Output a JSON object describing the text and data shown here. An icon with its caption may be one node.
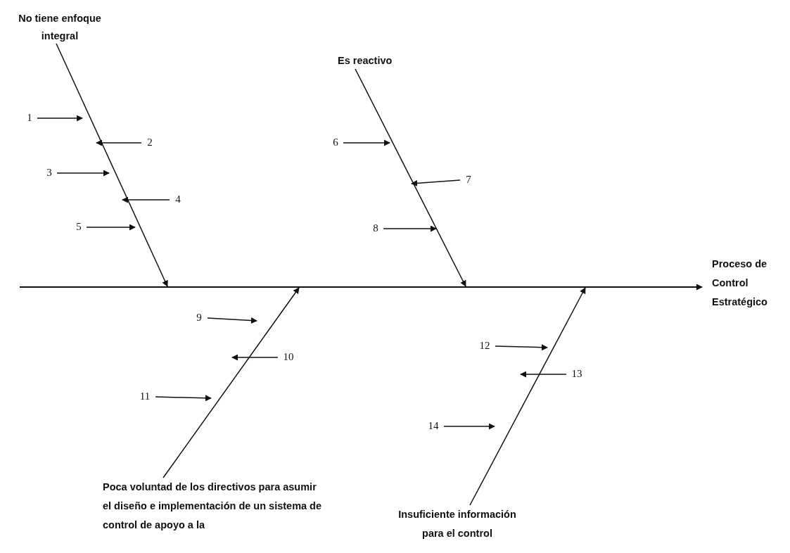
{
  "diagram": {
    "nodes": [
      {
        "text": [
          "No tiene enfoque integral"
        ]
      },
      {
        "text": [
          "Es reactivo"
        ]
      },
      {
        "text": [
          "Proceso de Control Estratégico"
        ]
      },
      {
        "text": [
          "Poca voluntad de los directivos para asumir el diseño e implementación de un sistema de control de apoyo a la"
        ]
      },
      {
        "text": [
          "Insuficiente información para el control"
        ]
      },
      {
        "text": [
          "1"
        ]
      },
      {
        "text": [
          "2"
        ]
      },
      {
        "text": [
          "3"
        ]
      },
      {
        "text": [
          "4"
        ]
      },
      {
        "text": [
          "5"
        ]
      },
      {
        "text": [
          "6"
        ]
      },
      {
        "text": [
          "7"
        ]
      },
      {
        "text": [
          "8"
        ]
      },
      {
        "text": [
          "9"
        ]
      },
      {
        "text": [
          "10"
        ]
      },
      {
        "text": [
          "11"
        ]
      },
      {
        "text": [
          "12"
        ]
      },
      {
        "text": [
          "13"
        ]
      },
      {
        "text": [
          "14"
        ]
      }
    ],
    "edges": [
      {
        "from": null,
        "to": 2,
        "arrow": "to"
      },
      {
        "from": 0,
        "to": null,
        "arrow": "to"
      },
      {
        "from": 1,
        "to": null,
        "arrow": "to"
      },
      {
        "from": 3,
        "to": null,
        "arrow": "to"
      },
      {
        "from": 4,
        "to": null,
        "arrow": "to"
      },
      {
        "from": 5,
        "to": null,
        "arrow": "to"
      },
      {
        "from": 6,
        "to": null,
        "arrow": "to"
      },
      {
        "from": 7,
        "to": null,
        "arrow": "to"
      },
      {
        "from": 8,
        "to": null,
        "arrow": "to"
      },
      {
        "from": 9,
        "to": null,
        "arrow": "to"
      },
      {
        "from": 10,
        "to": null,
        "arrow": "to"
      },
      {
        "from": 11,
        "to": null,
        "arrow": "to"
      },
      {
        "from": 12,
        "to": null,
        "arrow": "to"
      },
      {
        "from": 13,
        "to": null,
        "arrow": "to"
      },
      {
        "from": 14,
        "to": null,
        "arrow": "to"
      },
      {
        "from": 15,
        "to": null,
        "arrow": "to"
      },
      {
        "from": 16,
        "to": null,
        "arrow": "to"
      },
      {
        "from": 17,
        "to": null,
        "arrow": "to"
      },
      {
        "from": 18,
        "to": null,
        "arrow": "to"
      }
    ]
  }
}
